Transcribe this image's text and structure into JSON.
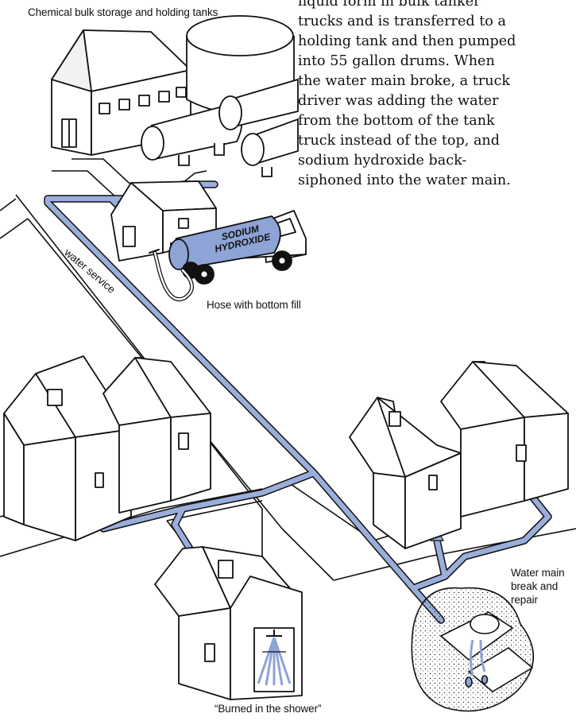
{
  "labels": {
    "storage": "Chemical bulk storage and holding tanks",
    "hose": "Hose with bottom fill",
    "water_service": "water service",
    "burned": "“Burned in the shower”",
    "break_lines": [
      "Water main",
      "break and",
      "repair"
    ],
    "tank_lines": [
      "SODIUM",
      "HYDROXIDE"
    ]
  },
  "prose_lines": [
    "liquid form in bulk tanker",
    "trucks and is transferred to a",
    "holding tank and then pumped",
    "into 55 gallon drums. When",
    "the water main broke, a truck",
    "driver was adding the water",
    "from the bottom of the tank",
    "truck instead of the top, and",
    "sodium hydroxide back-",
    "siphoned into the water main."
  ],
  "colors": {
    "pipe": "#9aaedb",
    "tank": "#8ea3d6",
    "ink": "#111111"
  }
}
